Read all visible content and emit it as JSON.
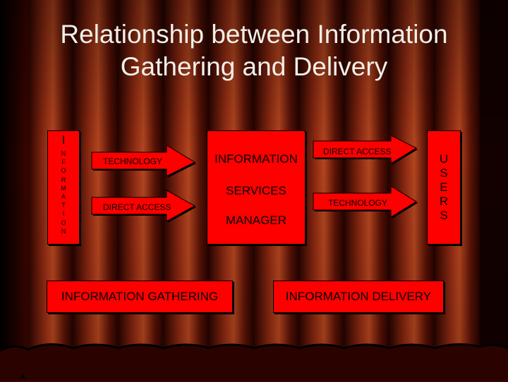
{
  "title": {
    "line1": "Relationship between Information",
    "line2": "Gathering and Delivery"
  },
  "left_column": {
    "big_letter": "I",
    "small_letters": [
      "N",
      "F",
      "O",
      "R",
      "M",
      "A",
      "T",
      "I",
      "O",
      "N"
    ]
  },
  "right_column": {
    "letters": [
      "U",
      "S",
      "E",
      "R",
      "S"
    ]
  },
  "arrows": {
    "in_top": "TECHNOLOGY",
    "in_bottom": "DIRECT ACCESS",
    "out_top": "DIRECT ACCESS",
    "out_bottom": "TECHNOLOGY"
  },
  "center_box": {
    "line1": "INFORMATION",
    "line2": "SERVICES",
    "line3": "MANAGER"
  },
  "bottom": {
    "gathering": "INFORMATION GATHERING",
    "delivery": "INFORMATION DELIVERY"
  },
  "corner_mark": "A",
  "colors": {
    "box_fill": "#ff0000",
    "curtain_dark": "#1a0200",
    "curtain_light": "#a83a1c",
    "title_text": "#f2efe8"
  }
}
